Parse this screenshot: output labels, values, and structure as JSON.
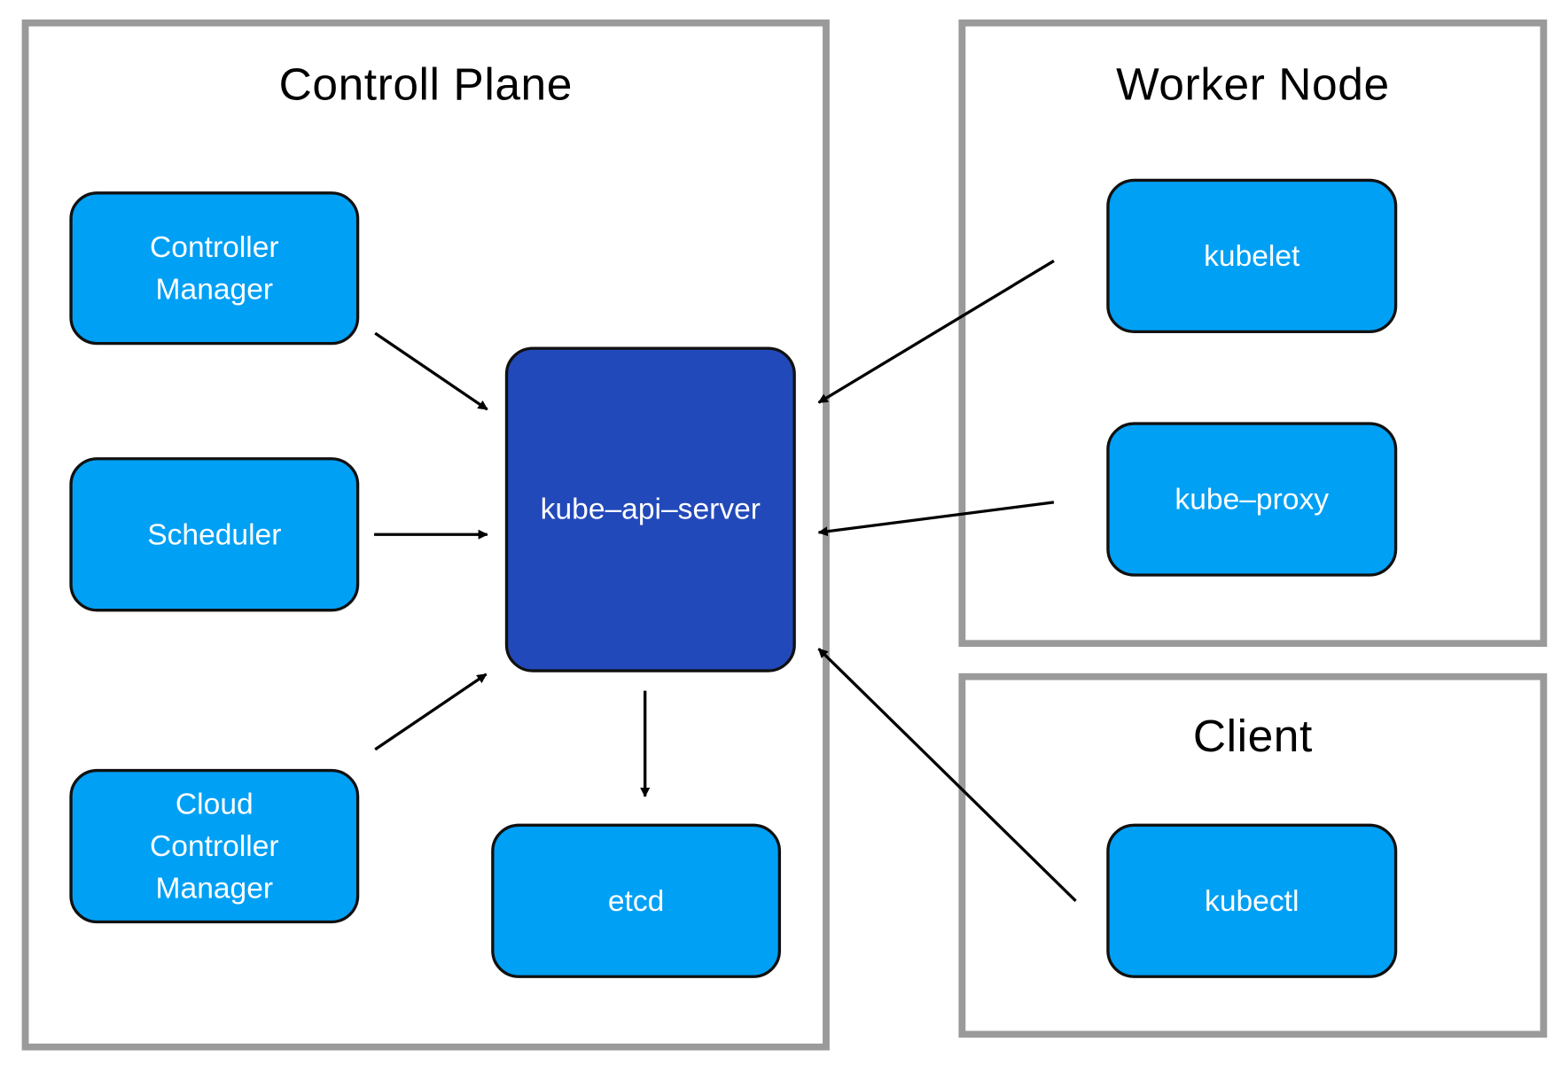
{
  "regions": {
    "control_plane": {
      "title": "Controll Plane"
    },
    "worker_node": {
      "title": "Worker Node"
    },
    "client": {
      "title": "Client"
    }
  },
  "components": {
    "controller_manager": "Controller\nManager",
    "scheduler": "Scheduler",
    "cloud_controller_manager": "Cloud\nController\nManager",
    "kube_api_server": "kube–api–server",
    "etcd": "etcd",
    "kubelet": "kubelet",
    "kube_proxy": "kube–proxy",
    "kubectl": "kubectl"
  },
  "connections": [
    {
      "from": "Controller Manager",
      "to": "kube–api–server"
    },
    {
      "from": "Scheduler",
      "to": "kube–api–server"
    },
    {
      "from": "Cloud Controller Manager",
      "to": "kube–api–server"
    },
    {
      "from": "kube–api–server",
      "to": "etcd"
    },
    {
      "from": "kubelet",
      "to": "kube–api–server"
    },
    {
      "from": "kube–proxy",
      "to": "kube–api–server"
    },
    {
      "from": "kubectl",
      "to": "kube–api–server"
    }
  ],
  "colors": {
    "component_fill": "#00a0f5",
    "api_server_fill": "#2249b9",
    "region_border": "#9a9a9a",
    "arrow": "#000000"
  }
}
